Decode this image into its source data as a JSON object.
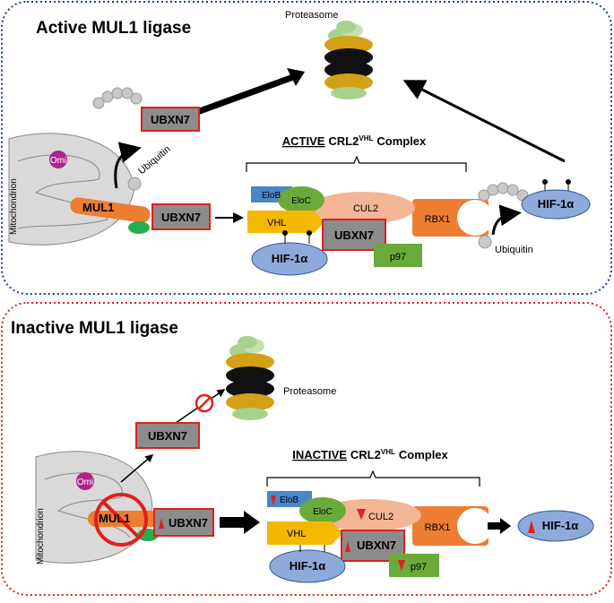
{
  "panels": {
    "active": {
      "title": "Active MUL1 ligase",
      "proteasome": "Proteasome",
      "complex_prefix": "ACTIVE",
      "complex_name": "CRL2",
      "complex_sup": "VHL",
      "complex_suffix": "Complex",
      "mitochondrion": "Mitochondrion",
      "omi": "Omi",
      "mul1": "MUL1",
      "ubiquitin_left": "Ubiquitin",
      "ubiquitin_right": "Ubiquitin",
      "ubxn7_top": "UBXN7",
      "ubxn7_mid": "UBXN7",
      "ubxn7_complex": "UBXN7",
      "elob": "EloB",
      "eloc": "EloC",
      "cul2": "CUL2",
      "rbx1": "RBX1",
      "vhl": "VHL",
      "hif_complex": "HIF-1α",
      "hif_right": "HIF-1α",
      "p97": "p97"
    },
    "inactive": {
      "title": "Inactive MUL1 ligase",
      "proteasome": "Proteasome",
      "complex_prefix": "INACTIVE",
      "complex_name": "CRL2",
      "complex_sup": "VHL",
      "complex_suffix": "Complex",
      "mitochondrion": "Mitochondrion",
      "omi": "Omi",
      "mul1": "MUL1",
      "ubxn7_top": "UBXN7",
      "ubxn7_mid": "UBXN7",
      "ubxn7_complex": "UBXN7",
      "elob": "EloB",
      "eloc": "EloC",
      "cul2": "CUL2",
      "rbx1": "RBX1",
      "vhl": "VHL",
      "hif_complex": "HIF-1α",
      "hif_right": "HIF-1α",
      "p97": "p97"
    }
  },
  "colors": {
    "active_border": "#1f3d99",
    "inactive_border": "#e0201b",
    "ubxn7_fill": "#8c8c8c",
    "ubxn7_stroke": "#e0201b",
    "elob": "#4a86c8",
    "eloc": "#6aaa3a",
    "cul2": "#f4b496",
    "rbx1": "#ed7d31",
    "vhl": "#f5b800",
    "hif": "#8eaadb",
    "p97": "#6aaa3a",
    "omi": "#b0238c",
    "mito": "#d9d9d9",
    "mul1": "#ed7d31",
    "green_pill": "#22b14c",
    "proteasome_gold": "#d4a017",
    "proteasome_black": "#111111",
    "proteasome_green": "#a9d18e",
    "ubiquitin": "#c8c8c8",
    "up_arrow": "#e0201b",
    "down_arrow": "#e0201b"
  }
}
